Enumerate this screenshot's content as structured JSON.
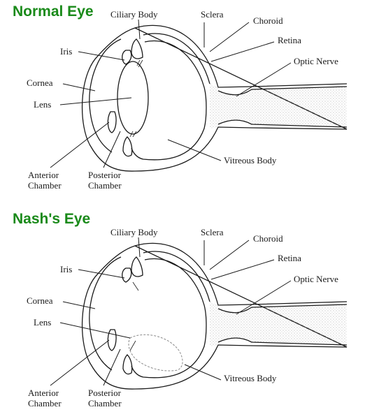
{
  "diagrams": [
    {
      "title": "Normal Eye",
      "labels": {
        "ciliary_body": "Ciliary Body",
        "sclera": "Sclera",
        "choroid": "Choroid",
        "retina": "Retina",
        "optic_nerve": "Optic Nerve",
        "iris": "Iris",
        "cornea": "Cornea",
        "lens": "Lens",
        "vitreous_body": "Vitreous Body",
        "anterior_1": "Anterior",
        "anterior_2": "Chamber",
        "posterior_1": "Posterior",
        "posterior_2": "Chamber"
      },
      "lens_state": "in-place"
    },
    {
      "title": "Nash's Eye",
      "labels": {
        "ciliary_body": "Ciliary Body",
        "sclera": "Sclera",
        "choroid": "Choroid",
        "retina": "Retina",
        "optic_nerve": "Optic Nerve",
        "iris": "Iris",
        "cornea": "Cornea",
        "lens": "Lens",
        "vitreous_body": "Vitreous Body",
        "anterior_1": "Anterior",
        "anterior_2": "Chamber",
        "posterior_1": "Posterior",
        "posterior_2": "Chamber"
      },
      "lens_state": "dislocated"
    }
  ],
  "colors": {
    "heading": "#1a8a1a",
    "line": "#1a1a1a",
    "stipple": "#9a9a9a"
  }
}
